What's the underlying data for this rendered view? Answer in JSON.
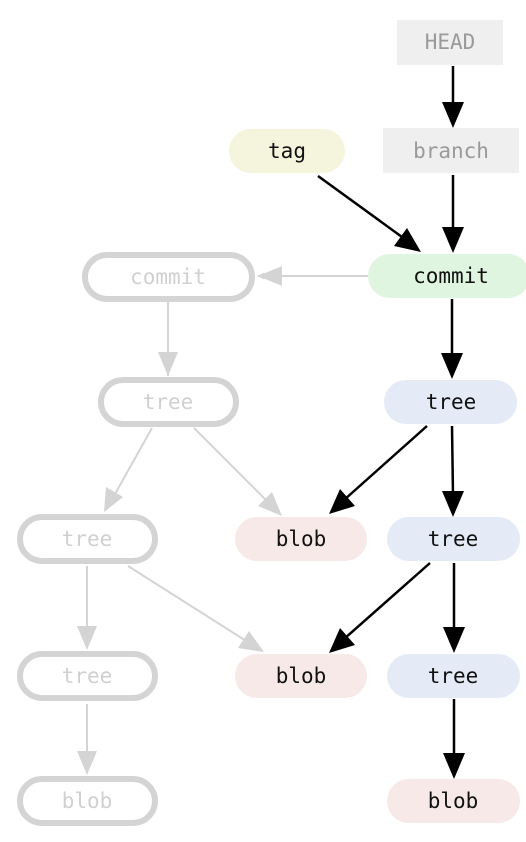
{
  "colors": {
    "ref_bg": "#efefef",
    "tag_bg": "#f5f4dc",
    "commit_bg": "#dff5e0",
    "tree_bg": "#e4ebf6",
    "blob_bg": "#f6e9e8",
    "ghost_stroke": "#d4d4d4",
    "ghost_text": "#d0d0d0",
    "arrow_dark": "#000000",
    "arrow_light": "#d4d4d4"
  },
  "nodes": {
    "head": "HEAD",
    "branch": "branch",
    "tag": "tag",
    "commit": "commit",
    "tree1": "tree",
    "tree2": "tree",
    "tree3": "tree",
    "blob_a": "blob",
    "blob_b": "blob",
    "blob_c": "blob",
    "old_commit": "commit",
    "old_tree1": "tree",
    "old_tree2": "tree",
    "old_tree3": "tree",
    "old_blob": "blob"
  }
}
